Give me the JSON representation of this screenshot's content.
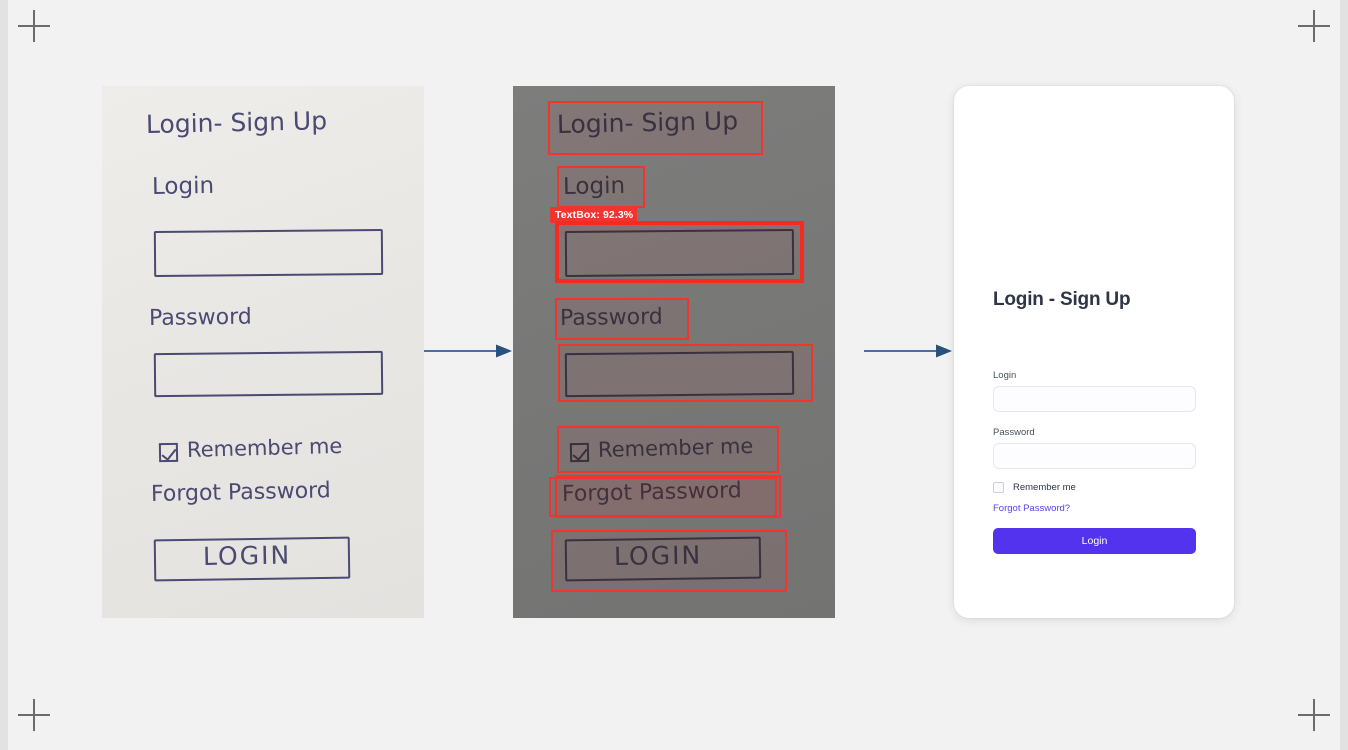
{
  "canvas": {
    "background_color": "#f2f2f2",
    "edge_strip_color": "#e2e2e2",
    "crosshair_color": "#6b6b6b"
  },
  "panels": {
    "sketch": {
      "name": "hand-drawn-wireframe-photo",
      "background_color": "#eceae7",
      "ink_color": "#4a4a72",
      "lines": [
        {
          "text": "Login- Sign Up",
          "role": "title"
        },
        {
          "text": "Login",
          "role": "field-label"
        },
        {
          "text": "Password",
          "role": "field-label"
        },
        {
          "text": "Remember me",
          "role": "checkbox-label"
        },
        {
          "text": "Forgot Password",
          "role": "link-label"
        },
        {
          "text": "LOGIN",
          "role": "button-label"
        }
      ]
    },
    "detection": {
      "name": "object-detection-overlay",
      "background_color": "#7a7a7a",
      "box_color": "#f0352e",
      "ink_color": "#2e3140",
      "label": "TextBox: 92.3%",
      "label_class": "TextBox",
      "label_confidence": "92.3%",
      "lines": [
        {
          "text": "Login- Sign Up"
        },
        {
          "text": "Login"
        },
        {
          "text": "Password"
        },
        {
          "text": "Remember me"
        },
        {
          "text": "Forgot Password"
        },
        {
          "text": "LOGIN"
        }
      ]
    },
    "ui": {
      "name": "generated-login-screen",
      "card_background": "#ffffff",
      "accent_color": "#5433ee",
      "link_color": "#5b40e8",
      "title": "Login - Sign Up",
      "login_label": "Login",
      "login_value": "",
      "login_placeholder": "",
      "password_label": "Password",
      "password_value": "",
      "password_placeholder": "",
      "remember_label": "Remember me",
      "remember_checked": false,
      "forgot_link": "Forgot Password?",
      "submit_label": "Login"
    }
  },
  "arrows": {
    "color": "#4a6fa0",
    "first": {
      "from": "sketch",
      "to": "detection"
    },
    "second": {
      "from": "detection",
      "to": "ui"
    }
  }
}
